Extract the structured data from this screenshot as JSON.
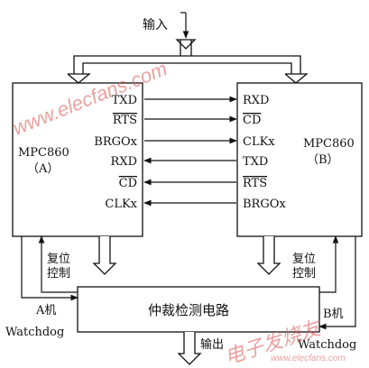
{
  "diagram": {
    "input_label": "输入",
    "output_label": "输出",
    "block_a": {
      "name": "MPC860",
      "id": "（A）",
      "signals": [
        "TXD",
        "RTS",
        "BRGOx",
        "RXD",
        "CD",
        "CLKx"
      ]
    },
    "block_b": {
      "name": "MPC860",
      "id": "（B）",
      "signals": [
        "RXD",
        "CD",
        "CLKx",
        "TXD",
        "RTS",
        "BRGOx"
      ]
    },
    "arrow_directions": [
      "a-to-b",
      "a-to-b",
      "a-to-b",
      "b-to-a",
      "b-to-a",
      "b-to-a"
    ],
    "overlined_signals": [
      "RTS",
      "CD"
    ],
    "detector_label": "仲裁检测电路",
    "reset_label_left": [
      "复位",
      "控制"
    ],
    "reset_label_right": [
      "复位",
      "控制"
    ],
    "machine_a_label": "A机",
    "machine_b_label": "B机",
    "watchdog_left": "Watchdog",
    "watchdog_right": "Watchdog"
  },
  "watermarks": {
    "top_left": "www.elecfans.com",
    "bottom_right": "电子发烧友",
    "bottom_right_url": "www.elecfans.com"
  },
  "colors": {
    "line": "#111111",
    "watermark": "#d9534f"
  }
}
